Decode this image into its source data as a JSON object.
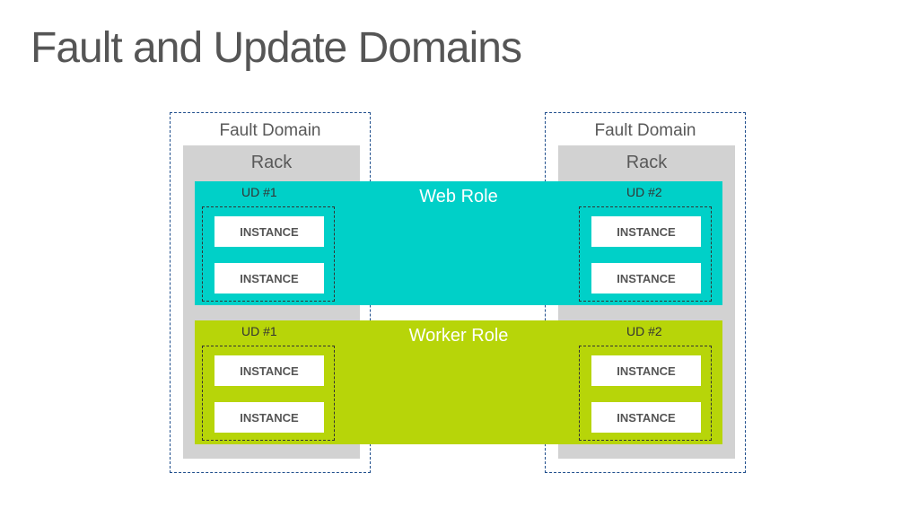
{
  "title": "Fault and Update Domains",
  "fault_domains": [
    {
      "label": "Fault Domain",
      "rack_label": "Rack"
    },
    {
      "label": "Fault Domain",
      "rack_label": "Rack"
    }
  ],
  "roles": [
    {
      "label": "Web Role",
      "color": "#00d0c8",
      "update_domains": [
        {
          "label": "UD #1",
          "instances": [
            "INSTANCE",
            "INSTANCE"
          ]
        },
        {
          "label": "UD #2",
          "instances": [
            "INSTANCE",
            "INSTANCE"
          ]
        }
      ]
    },
    {
      "label": "Worker Role",
      "color": "#b7d509",
      "update_domains": [
        {
          "label": "UD #1",
          "instances": [
            "INSTANCE",
            "INSTANCE"
          ]
        },
        {
          "label": "UD #2",
          "instances": [
            "INSTANCE",
            "INSTANCE"
          ]
        }
      ]
    }
  ]
}
